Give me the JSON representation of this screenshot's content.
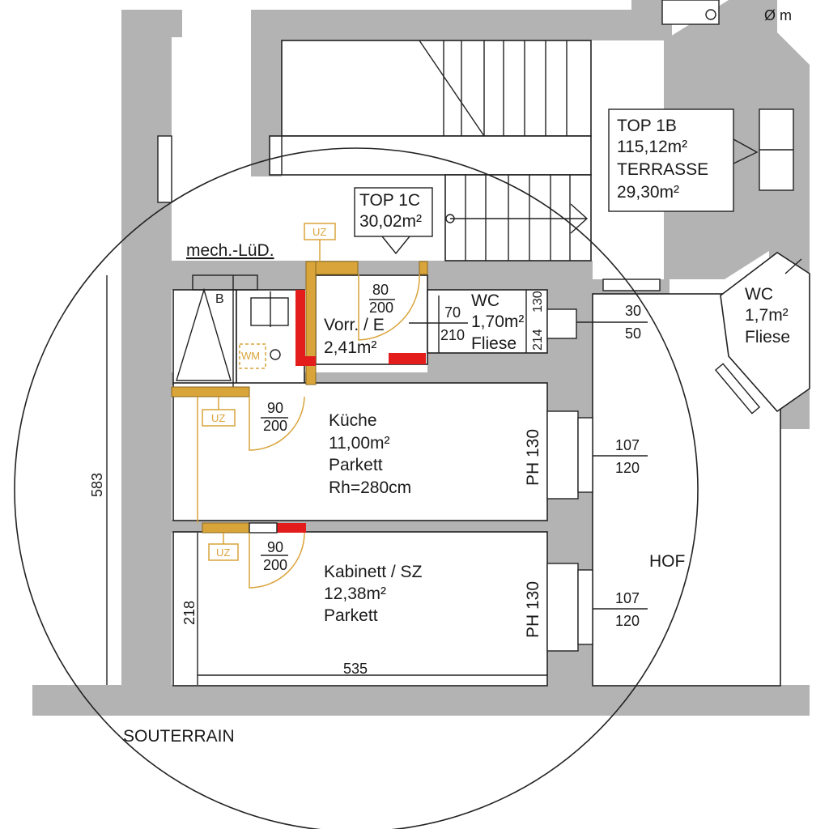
{
  "labels": {
    "top1b_line1": "TOP 1B",
    "top1b_line2": "115,12m²",
    "top1b_line3": "TERRASSE",
    "top1b_line4": "29,30m²",
    "top1c_line1": "TOP 1C",
    "top1c_line2": "30,02m²",
    "mech_lud": "mech.-LüD.",
    "hof": "HOF",
    "souterrain": "SOUTERRAIN",
    "north_arrow": "Ø m"
  },
  "rooms": {
    "vorraum": {
      "name": "Vorr. / E",
      "area": "2,41m²"
    },
    "wc_main": {
      "name": "WC",
      "area": "1,70m²",
      "floor": "Fliese"
    },
    "wc_side": {
      "name": "WC",
      "area": "1,7m²",
      "floor": "Fliese"
    },
    "kueche": {
      "name": "Küche",
      "area": "11,00m²",
      "floor": "Parkett",
      "height": "Rh=280cm"
    },
    "kabinett": {
      "name": "Kabinett / SZ",
      "area": "12,38m²",
      "floor": "Parkett"
    }
  },
  "doors": {
    "vorraum": {
      "w": "80",
      "h": "200"
    },
    "wc": {
      "w": "70",
      "h": "210"
    },
    "kueche": {
      "w": "90",
      "h": "200"
    },
    "kabinett": {
      "w": "90",
      "h": "200"
    }
  },
  "windows": {
    "wc": {
      "w": "30",
      "h": "50",
      "sill_top": "130",
      "sill_bottom": "214"
    },
    "kueche": {
      "w": "107",
      "h": "120",
      "ph": "PH 130"
    },
    "kabinett": {
      "w": "107",
      "h": "120",
      "ph": "PH 130"
    }
  },
  "dimensions": {
    "left_height": "583",
    "kabinett_height": "218",
    "bottom_width": "535"
  },
  "tags": {
    "uz": "UZ",
    "wm": "WM",
    "boiler": "B"
  },
  "colors": {
    "wall": "#b3b3b3",
    "door_frame": "#d9a43a",
    "fire_wall": "#e31c1c",
    "line": "#222222"
  }
}
